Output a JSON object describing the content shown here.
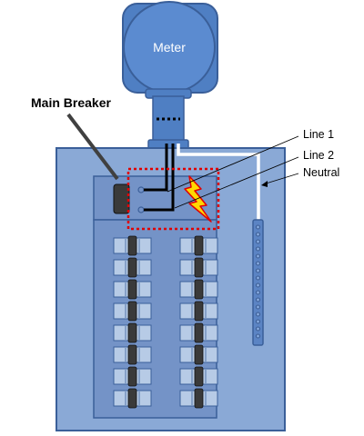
{
  "labels": {
    "meter": "Meter",
    "main_breaker": "Main Breaker",
    "line1": "Line 1",
    "line2": "Line 2",
    "neutral": "Neutral"
  },
  "breakers": {
    "rows": 8,
    "columns": 2
  },
  "neutral_bar_screws": 16,
  "colors": {
    "panel_outer": "#8aa9d6",
    "panel_inner": "#7493c7",
    "meter": "#4f7fc3",
    "breaker": "#b7cbe6",
    "toggle": "#3a3a3a",
    "hot_wire": "#000000",
    "neutral_wire": "#ffffff",
    "highlight": "#e00000",
    "spark": "#ffd800"
  }
}
